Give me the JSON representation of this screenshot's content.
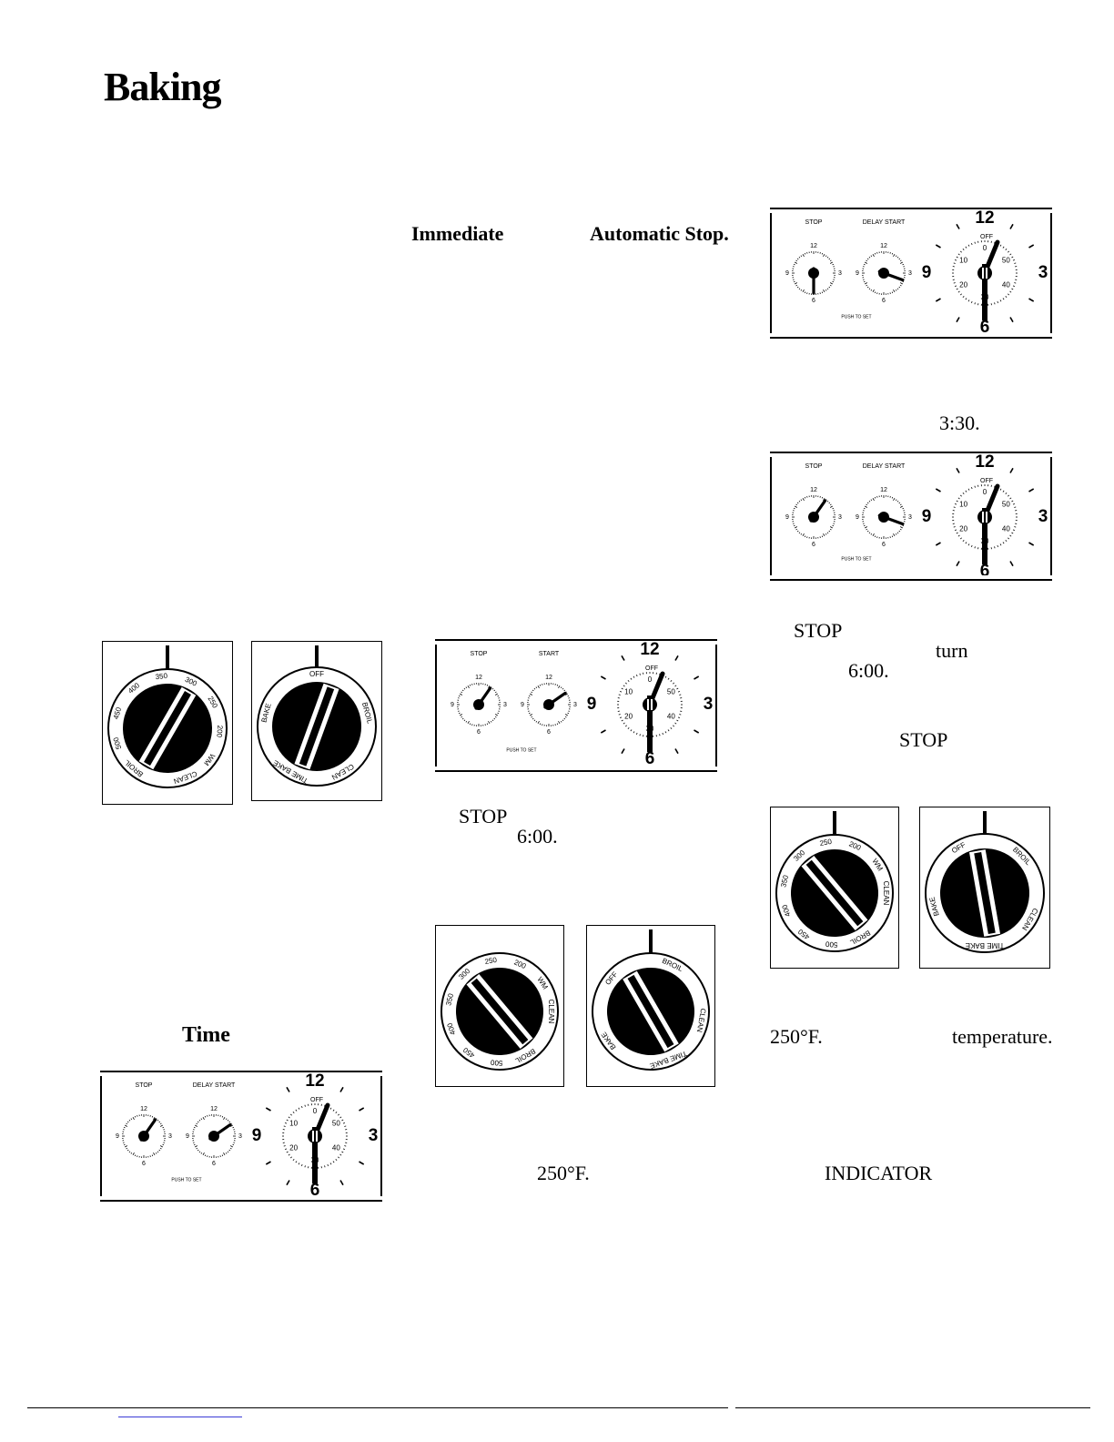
{
  "page_title": "Baking",
  "fragments": {
    "immediate": "Immediate",
    "automatic_stop": "Automatic Stop.",
    "time3_30": "3:30.",
    "stop1": "STOP",
    "turn": "turn",
    "time6_00a": "6:00.",
    "stop2": "STOP",
    "stop3": "STOP",
    "time6_00b": "6:00.",
    "time_heading": "Time",
    "temp250a": "250°F.",
    "temperature": "temperature.",
    "temp250b": "250°F.",
    "indicator": "INDICATOR"
  },
  "clock_panel": {
    "stop_label": "STOP",
    "delay_start_label": "DELAY START",
    "start_label": "START",
    "push_to_set": "PUSH TO SET",
    "dial_numbers": [
      "12",
      "3",
      "6",
      "9"
    ],
    "minute_marks": [
      "0",
      "10",
      "20",
      "30",
      "40",
      "50"
    ],
    "off_label": "OFF"
  },
  "temp_knob": {
    "labels": [
      "BROIL",
      "500",
      "450",
      "400",
      "350",
      "300",
      "250",
      "200",
      "WM",
      "CLEAN"
    ]
  },
  "mode_knob": {
    "labels": [
      "TIME BAKE",
      "BAKE",
      "OFF",
      "BROIL",
      "CLEAN"
    ]
  },
  "colors": {
    "ink": "#000000",
    "paper": "#ffffff",
    "link_rule": "#3b3bd6"
  }
}
